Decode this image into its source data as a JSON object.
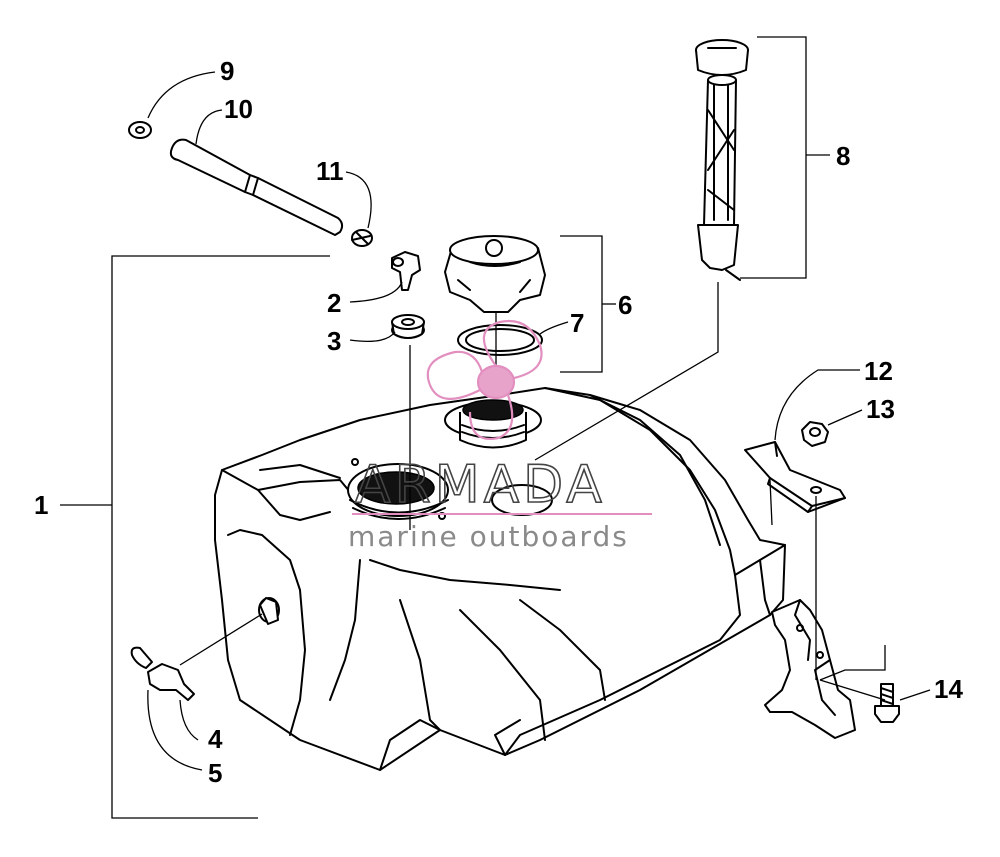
{
  "diagram": {
    "callouts": [
      {
        "id": "1",
        "label": "1"
      },
      {
        "id": "2",
        "label": "2"
      },
      {
        "id": "3",
        "label": "3"
      },
      {
        "id": "4",
        "label": "4"
      },
      {
        "id": "5",
        "label": "5"
      },
      {
        "id": "6",
        "label": "6"
      },
      {
        "id": "7",
        "label": "7"
      },
      {
        "id": "8",
        "label": "8"
      },
      {
        "id": "9",
        "label": "9"
      },
      {
        "id": "10",
        "label": "10"
      },
      {
        "id": "11",
        "label": "11"
      },
      {
        "id": "12",
        "label": "12"
      },
      {
        "id": "13",
        "label": "13"
      },
      {
        "id": "14",
        "label": "14"
      }
    ]
  },
  "watermark": {
    "brand": "ARMADA",
    "tagline": "marine outboards",
    "accent_color": "#e28fc0"
  },
  "colors": {
    "ink": "#000000",
    "background": "#ffffff"
  }
}
